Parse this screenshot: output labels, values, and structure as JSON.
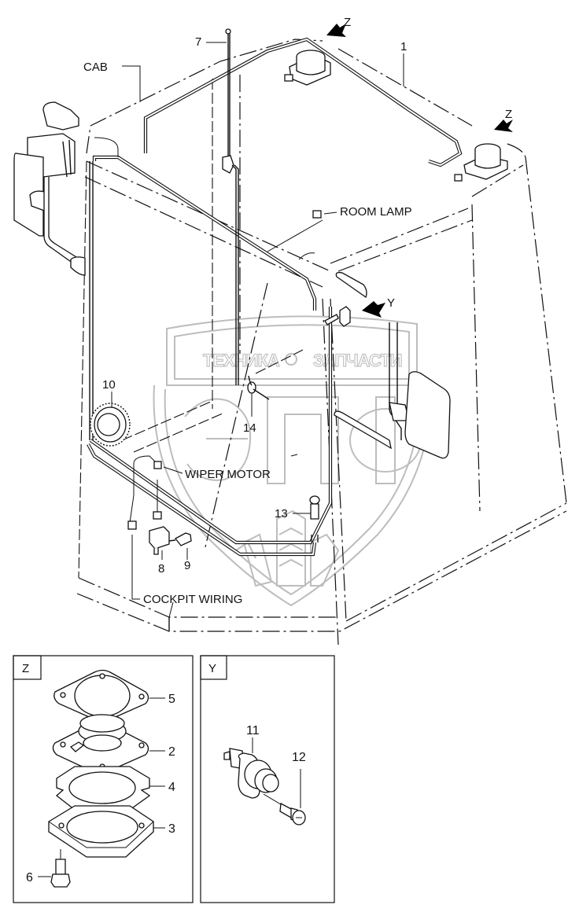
{
  "diagram": {
    "title": "Cab wiring exploded view",
    "labels": {
      "cab": "CAB",
      "room_lamp": "ROOM LAMP",
      "wiper_motor": "WIPER MOTOR",
      "cockpit_wiring": "COCKPIT WIRING",
      "view_z_1": "Z",
      "view_z_2": "Z",
      "view_y": "Y"
    },
    "callouts": {
      "p1": "1",
      "p2": "2",
      "p3": "3",
      "p4": "4",
      "p5": "5",
      "p6": "6",
      "p7": "7",
      "p8": "8",
      "p9": "9",
      "p10": "10",
      "p11": "11",
      "p12": "12",
      "p13": "13",
      "p14": "14"
    },
    "detail_z": {
      "title": "Z"
    },
    "detail_y": {
      "title": "Y"
    },
    "watermark": {
      "left_text": "ТЕХНИКА",
      "right_text": "ЗАПЧАСТИ",
      "logo_text": "ЭПФ"
    }
  }
}
